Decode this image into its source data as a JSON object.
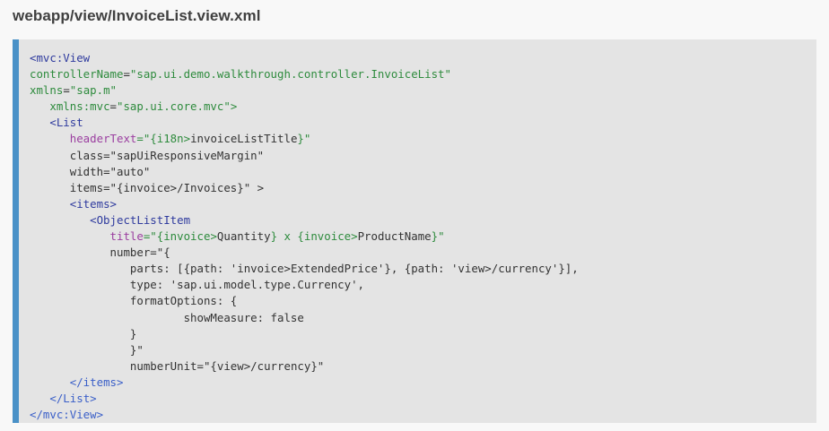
{
  "document": {
    "file_path": "webapp/view/InvoiceList.view.xml"
  },
  "accent_color": "#4a91c7",
  "code_block": {
    "background": "#e4e4e4",
    "language": "xml",
    "lines": [
      "<mvc:View",
      "controllerName=\"sap.ui.demo.walkthrough.controller.InvoiceList\"",
      "xmlns=\"sap.m\"",
      "   xmlns:mvc=\"sap.ui.core.mvc\">",
      "   <List",
      "      headerText=\"{i18n>invoiceListTitle}\"",
      "      class=\"sapUiResponsiveMargin\"",
      "      width=\"auto\"",
      "      items=\"{invoice>/Invoices}\" >",
      "      <items>",
      "         <ObjectListItem",
      "            title=\"{invoice>Quantity} x {invoice>ProductName}\"",
      "            number=\"{",
      "               parts: [{path: 'invoice>ExtendedPrice'}, {path: 'view>/currency'}],",
      "               type: 'sap.ui.model.type.Currency',",
      "               formatOptions: {",
      "                       showMeasure: false",
      "               }",
      "               }\"",
      "               numberUnit=\"{view>/currency}\"",
      "      </items>",
      "   </List>",
      "</mvc:View>"
    ],
    "tokens": {
      "tag_open_root": "<mvc:View",
      "attr_controller_name": "controllerName",
      "value_controller_name": "\"sap.ui.demo.walkthrough.controller.InvoiceList\"",
      "attr_xmlns": "xmlns",
      "value_xmlns": "\"sap.m\"",
      "attr_xmlns_mvc": "xmlns:mvc",
      "value_xmlns_mvc": "\"sap.ui.core.mvc\">",
      "tag_list": "<List",
      "attr_header_text": "headerText",
      "value_header_text_open": "=\"{i18n>",
      "value_header_text_name": "invoiceListTitle",
      "value_header_text_close": "}\"",
      "attr_class": "class=\"sapUiResponsiveMargin\"",
      "attr_width": "width=\"auto\"",
      "attr_items": "items=\"{invoice>/Invoices}\" >",
      "tag_items_open": "<items>",
      "tag_object_list_item": "<ObjectListItem",
      "attr_title": "title",
      "value_title_b1": "=\"{invoice>",
      "value_title_t1": "Quantity",
      "value_title_b2": "} x {invoice>",
      "value_title_t2": "ProductName",
      "value_title_b3": "}\"",
      "attr_number": "number=\"{",
      "line_parts": "parts: [{path: 'invoice>ExtendedPrice'}, {path: 'view>/currency'}],",
      "line_type": "type: 'sap.ui.model.type.Currency',",
      "line_format_options": "formatOptions: {",
      "line_show_measure": "showMeasure: false",
      "line_brace_close": "}",
      "line_brace_quote": "}\"",
      "attr_number_unit": "numberUnit=\"{view>/currency}\"",
      "tag_items_close": "</items>",
      "tag_list_close": "</List>",
      "tag_root_close": "</mvc:View>"
    }
  }
}
